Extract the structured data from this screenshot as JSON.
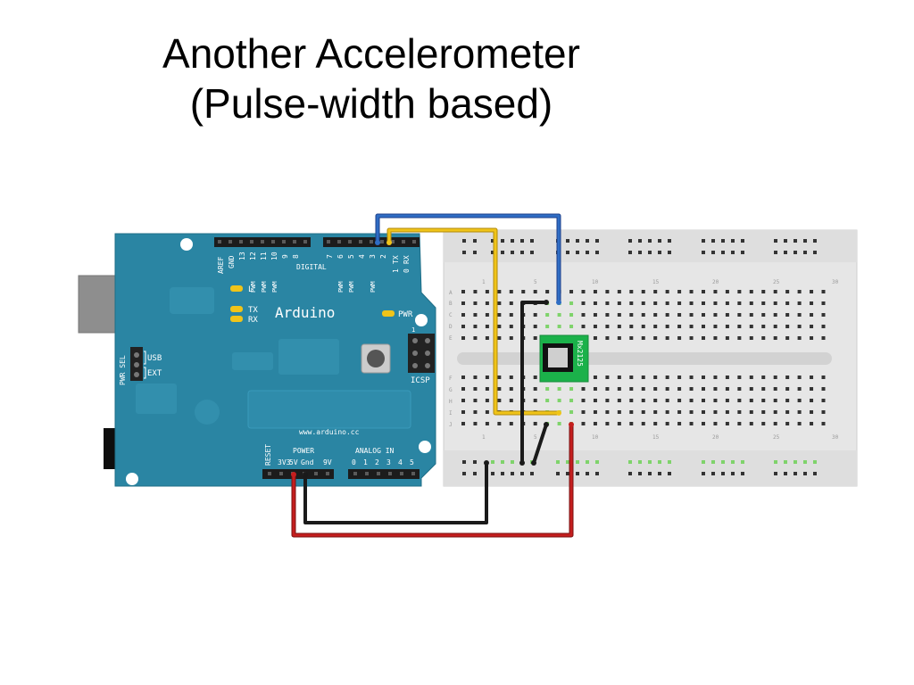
{
  "slide": {
    "title_line1": "Another Accelerometer",
    "title_line2": "(Pulse-width based)"
  },
  "arduino": {
    "name": "Arduino",
    "website": "www.arduino.cc",
    "digital_label": "DIGITAL",
    "digital_pins": [
      "13",
      "12",
      "11",
      "10",
      "9",
      "8",
      "7",
      "6",
      "5",
      "4",
      "3",
      "2",
      "1",
      "0"
    ],
    "aref_label": "AREF",
    "gnd_label": "GND",
    "tx_label": "TX",
    "rx_label": "RX",
    "pwm_label": "PWM",
    "led_l": "L",
    "led_pwr": "PWR",
    "icsp_label": "ICSP",
    "icsp_pin1": "1",
    "pwr_sel": "PWR SEL",
    "usb_label": "USB",
    "ext_label": "EXT",
    "reset_label": "RESET",
    "power_label": "POWER",
    "power_pins": [
      "3V3",
      "5V",
      "Gnd",
      "9V"
    ],
    "analog_label": "ANALOG IN",
    "analog_pins": [
      "0",
      "1",
      "2",
      "3",
      "4",
      "5"
    ]
  },
  "breadboard": {
    "column_numbers": [
      "1",
      "5",
      "10",
      "15",
      "20",
      "25",
      "30"
    ],
    "row_letters_top": [
      "A",
      "B",
      "C",
      "D",
      "E"
    ],
    "row_letters_bottom": [
      "F",
      "G",
      "H",
      "I",
      "J"
    ]
  },
  "sensor": {
    "label": "Mx2125"
  },
  "colors": {
    "board": "#2a85a3",
    "breadboard": "#e4e4e4",
    "wire_blue": "#2f6dc4",
    "wire_yellow": "#f0c419",
    "wire_black": "#1a1a1a",
    "wire_red": "#c41e1e",
    "sensor": "#1bb14a"
  }
}
